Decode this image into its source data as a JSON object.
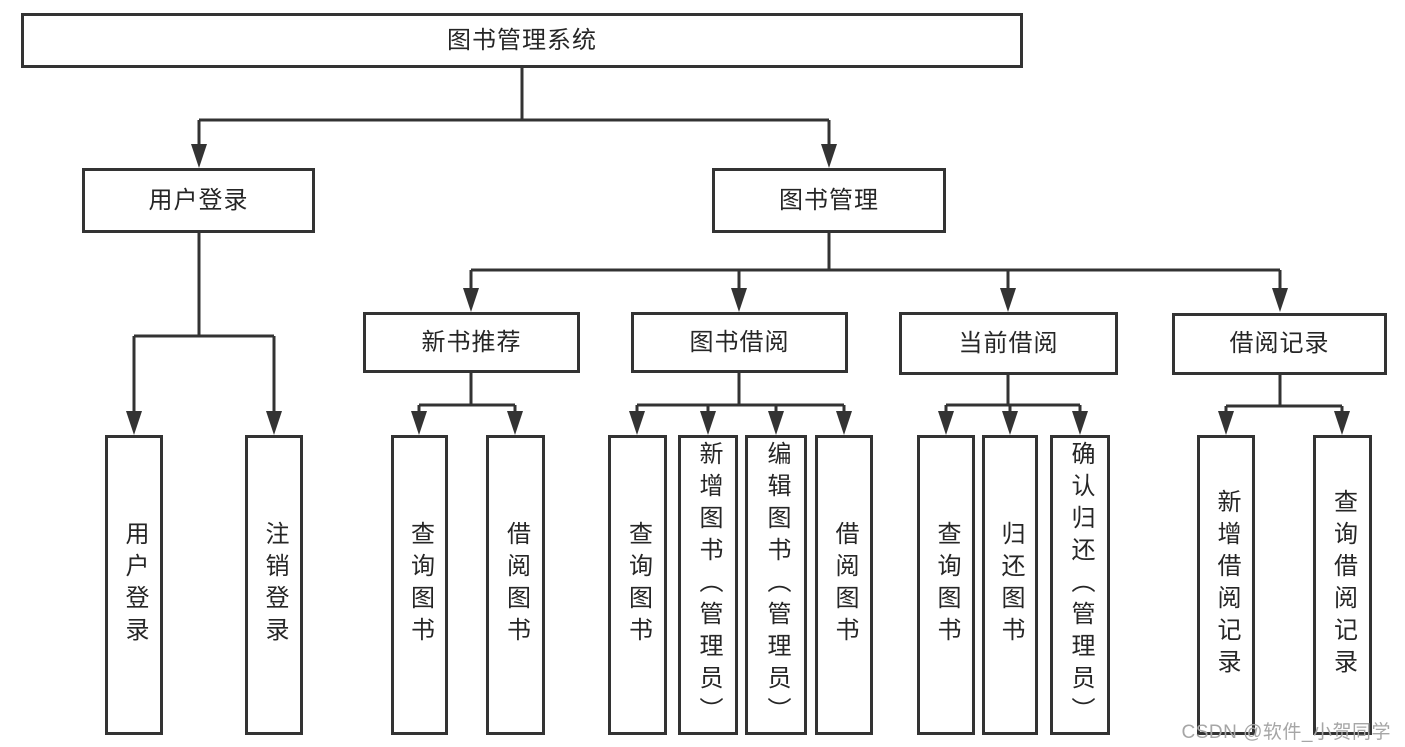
{
  "diagram": {
    "type": "hierarchy-tree",
    "tree": {
      "root": "图书管理系统",
      "children": [
        {
          "label": "用户登录",
          "children": [
            "用户登录",
            "注销登录"
          ]
        },
        {
          "label": "图书管理",
          "children": [
            {
              "label": "新书推荐",
              "children": [
                "查询图书",
                "借阅图书"
              ]
            },
            {
              "label": "图书借阅",
              "children": [
                "查询图书",
                "新增图书（管理员）",
                "编辑图书（管理员）",
                "借阅图书"
              ]
            },
            {
              "label": "当前借阅",
              "children": [
                "查询图书",
                "归还图书",
                "确认归还（管理员）"
              ]
            },
            {
              "label": "借阅记录",
              "children": [
                "新增借阅记录",
                "查询借阅记录"
              ]
            }
          ]
        }
      ]
    },
    "colors": {
      "box_border": "#333333",
      "connector_line": "#333333",
      "arrowhead": "#333333",
      "text": "#262626",
      "background": "#ffffff",
      "watermark": "#a6a6a6"
    }
  },
  "watermark": {
    "text": "CSDN @软件_小贺同学"
  }
}
